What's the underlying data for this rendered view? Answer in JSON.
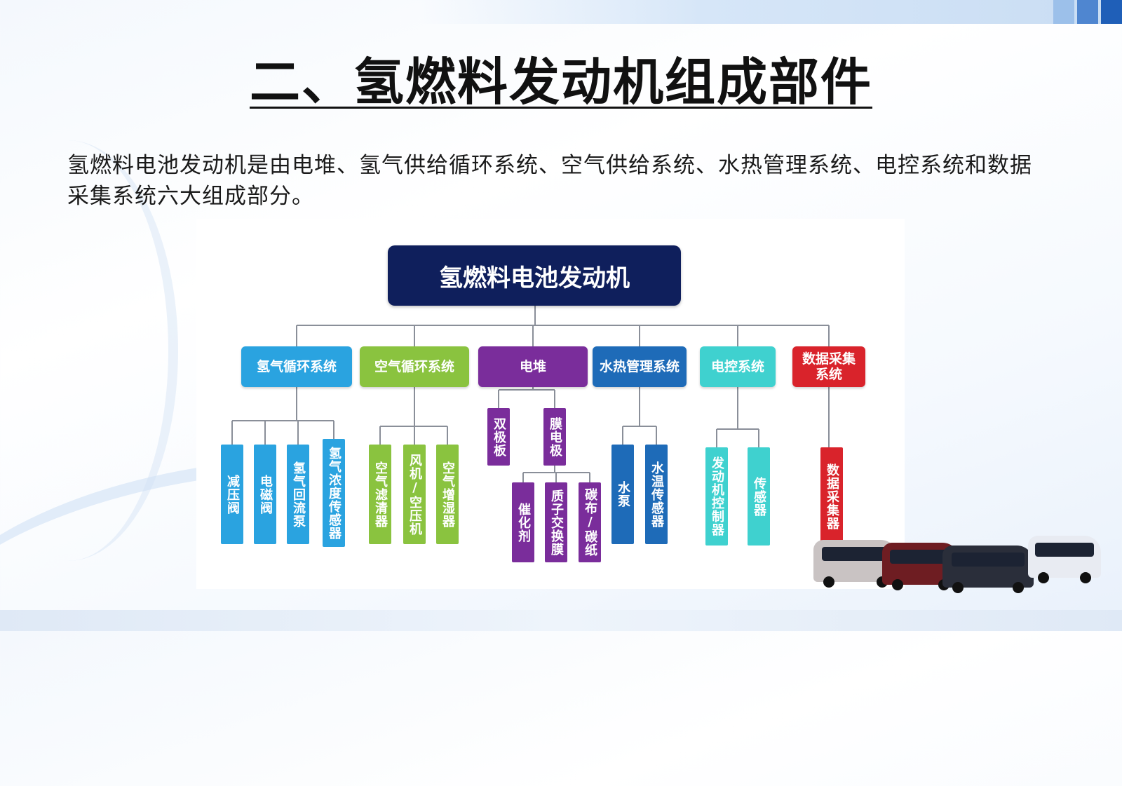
{
  "title": "二、氢燃料发动机组成部件",
  "intro": "氢燃料电池发动机是由电堆、氢气供给循环系统、空气供给系统、水热管理系统、电控系统和数据采集系统六大组成部分。",
  "diagram": {
    "root": "氢燃料电池发动机",
    "colors": {
      "root": "#0f1f5c",
      "hydrogen": "#2aa3e0",
      "air": "#8ac33f",
      "stack": "#7a2d9b",
      "thermal": "#1e6bb8",
      "control": "#3fd1cf",
      "data": "#d9232b"
    },
    "systems": [
      {
        "label": "氢气循环系统",
        "color_key": "hydrogen",
        "children": [
          "减压阀",
          "电磁阀",
          "氢气回流泵",
          "氢气浓度传感器"
        ]
      },
      {
        "label": "空气循环系统",
        "color_key": "air",
        "children": [
          "空气滤清器",
          "风机/空压机",
          "空气增湿器"
        ]
      },
      {
        "label": "电堆",
        "color_key": "stack",
        "children": [
          "双极板",
          "膜电极"
        ],
        "grandchildren": [
          "催化剂",
          "质子交换膜",
          "碳布/碳纸"
        ]
      },
      {
        "label": "水热管理系统",
        "color_key": "thermal",
        "children": [
          "水泵",
          "水温传感器"
        ]
      },
      {
        "label": "电控系统",
        "color_key": "control",
        "children": [
          "发动机控制器",
          "传感器"
        ]
      },
      {
        "label": "数据采集系统",
        "color_key": "data",
        "children": [
          "数据采集器"
        ]
      }
    ]
  },
  "vehicles": [
    "bus-image"
  ]
}
